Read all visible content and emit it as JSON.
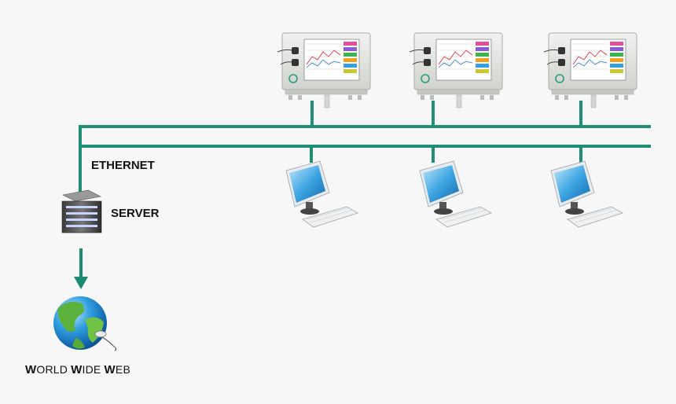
{
  "diagram": {
    "network_label": "ETHERNET",
    "server_label": "SERVER",
    "internet_label": {
      "parts": [
        {
          "cap": "W",
          "rest": "ORLD "
        },
        {
          "cap": "W",
          "rest": "IDE "
        },
        {
          "cap": "W",
          "rest": "EB"
        }
      ]
    },
    "data_loggers": [
      {
        "id": "logger-1"
      },
      {
        "id": "logger-2"
      },
      {
        "id": "logger-3"
      }
    ],
    "workstations": [
      {
        "id": "pc-1"
      },
      {
        "id": "pc-2"
      },
      {
        "id": "pc-3"
      }
    ],
    "colors": {
      "line": "#1e8e74",
      "arrow": "#1a8a70",
      "label": "#111111"
    }
  }
}
